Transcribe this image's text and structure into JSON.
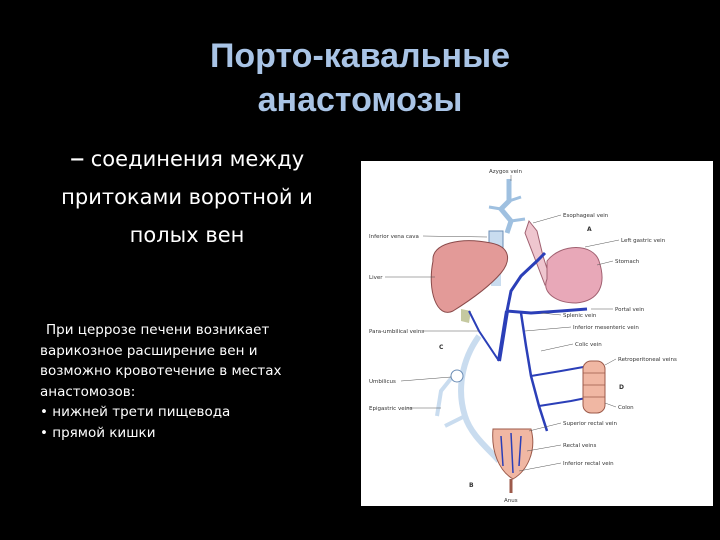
{
  "slide": {
    "title_line1": "Порто-кавальные",
    "title_line2": "анастомозы",
    "subtitle_dash": "–",
    "subtitle_line1": "соединения между",
    "subtitle_line2": "притоками воротной и",
    "subtitle_line3": "полых вен",
    "body_lines": [
      "При церрозе печени возникает",
      "варикозное расширение вен  и",
      "возможно кровотечение в местах",
      "анастомозов:",
      "• нижней трети пищевода",
      "• прямой кишки"
    ]
  },
  "figure": {
    "labels": {
      "azygos": "Azygos vein",
      "esophageal": "Esophageal vein",
      "ivc": "Inferior vena cava",
      "left_gastric": "Left gastric vein",
      "stomach": "Stomach",
      "liver": "Liver",
      "portal": "Portal vein",
      "splenic": "Splenic vein",
      "para_umbilical": "Para-umbilical veins",
      "inf_mesenteric": "Inferior mesenteric vein",
      "colic": "Colic vein",
      "retroperitoneal": "Retroperitoneal veins",
      "umbilicus": "Umbilicus",
      "epigastric": "Epigastric veins",
      "colon": "Colon",
      "superior_rectal": "Superior rectal vein",
      "rectal": "Rectal veins",
      "inferior_rectal": "Inferior rectal vein",
      "anus": "Anus"
    },
    "letters": {
      "a": "A",
      "b": "B",
      "c": "C",
      "d": "D"
    },
    "colors": {
      "liver": "#e39a98",
      "portal_blue": "#2b3fb8",
      "systemic_light": "#c9dcef",
      "colon": "#f0b7a3"
    }
  }
}
